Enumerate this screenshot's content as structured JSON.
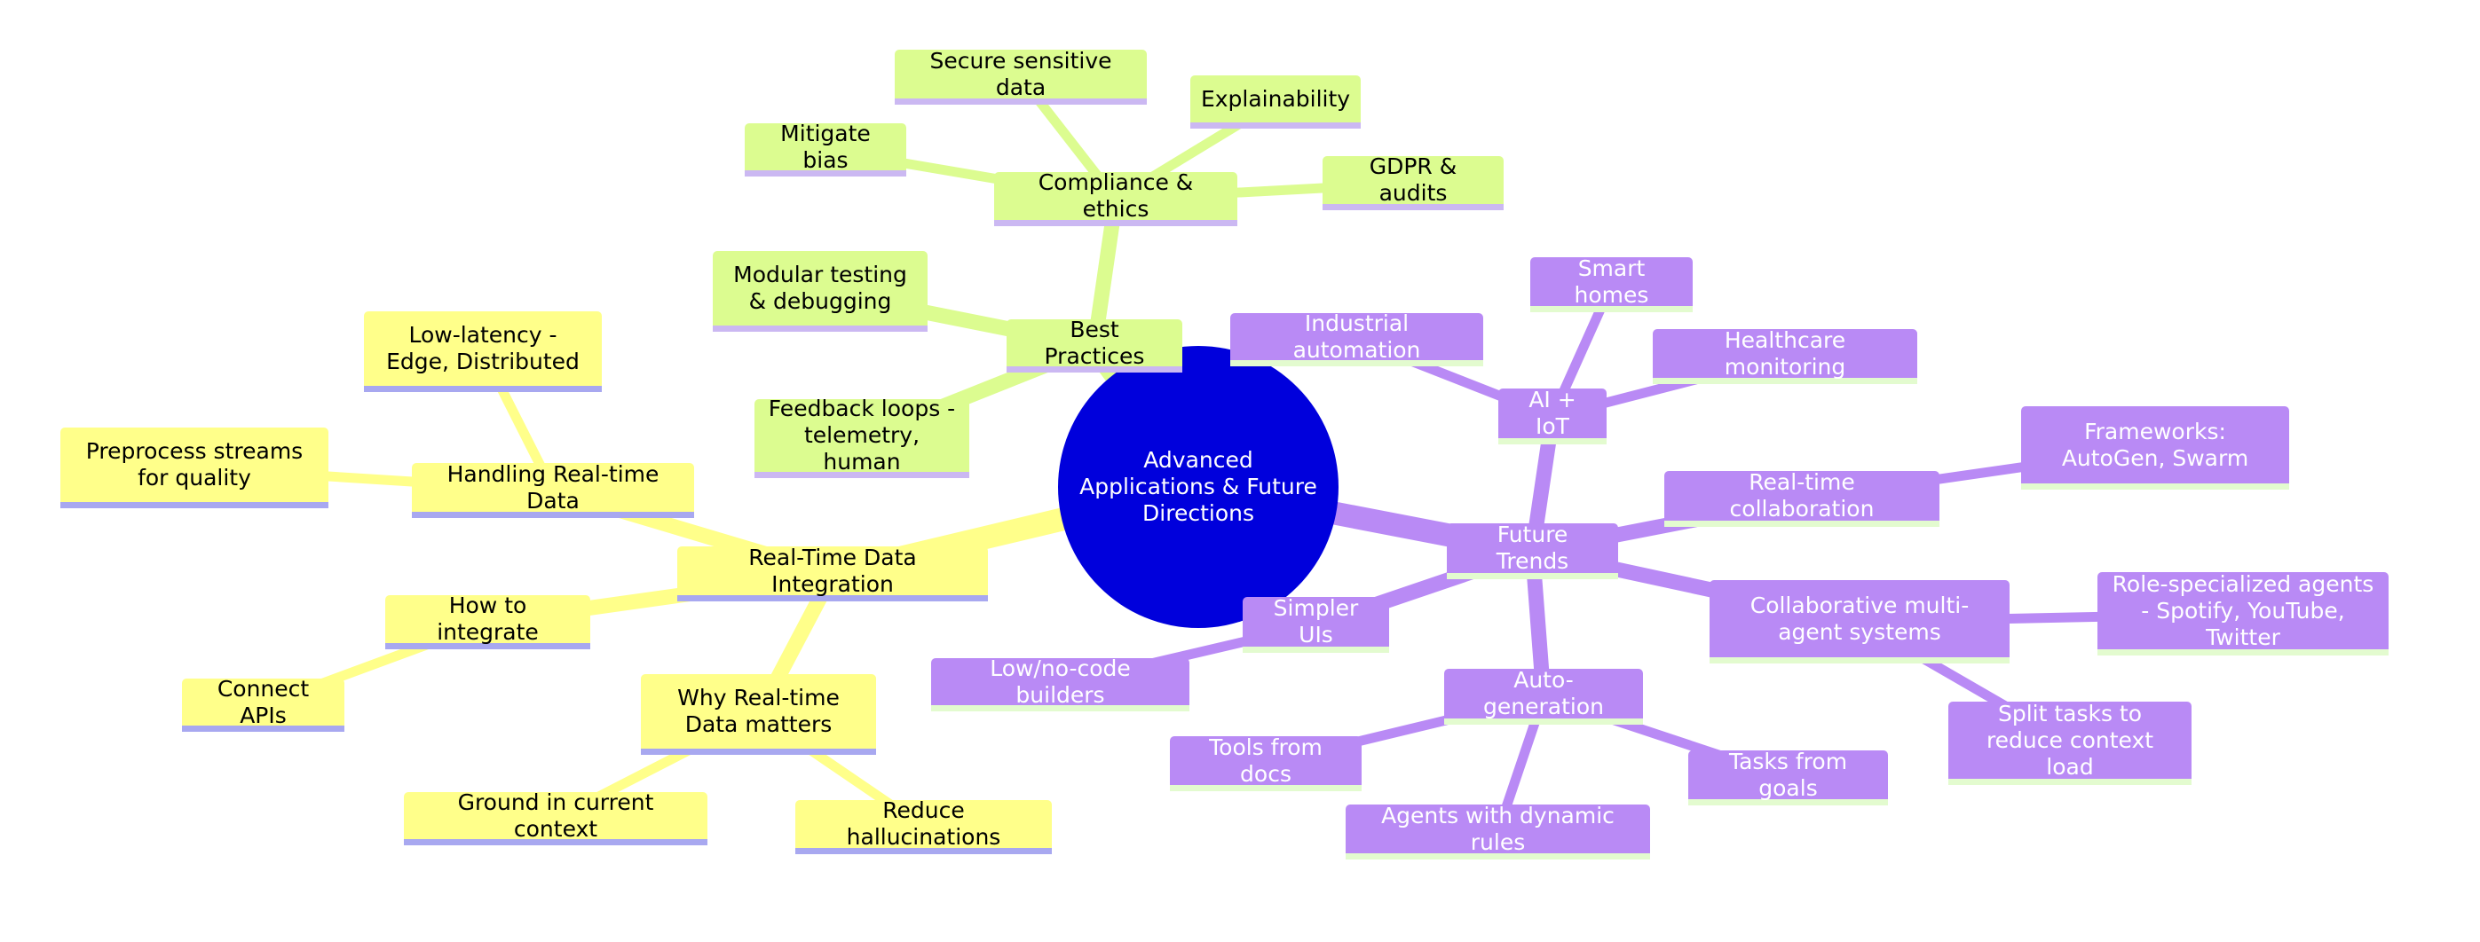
{
  "root": {
    "id": "root",
    "label": "Advanced Applications & Future Directions",
    "color": "#0000dc"
  },
  "branch_colors": {
    "yellow": "#ffff8a",
    "green": "#dcfc90",
    "purple": "#b98af5"
  },
  "nodes": [
    {
      "id": "best",
      "parent": "root",
      "branch": "green",
      "label": "Best Practices"
    },
    {
      "id": "compliance",
      "parent": "best",
      "branch": "green",
      "label": "Compliance & ethics"
    },
    {
      "id": "secure",
      "parent": "compliance",
      "branch": "green",
      "label": "Secure sensitive data"
    },
    {
      "id": "explain",
      "parent": "compliance",
      "branch": "green",
      "label": "Explainability"
    },
    {
      "id": "bias",
      "parent": "compliance",
      "branch": "green",
      "label": "Mitigate bias"
    },
    {
      "id": "gdpr",
      "parent": "compliance",
      "branch": "green",
      "label": "GDPR & audits"
    },
    {
      "id": "modular",
      "parent": "best",
      "branch": "green",
      "label": "Modular testing & debugging"
    },
    {
      "id": "feedback",
      "parent": "best",
      "branch": "green",
      "label": "Feedback loops - telemetry, human"
    },
    {
      "id": "rtdi",
      "parent": "root",
      "branch": "yellow",
      "label": "Real-Time Data Integration"
    },
    {
      "id": "handling",
      "parent": "rtdi",
      "branch": "yellow",
      "label": "Handling Real-time Data"
    },
    {
      "id": "lowlat",
      "parent": "handling",
      "branch": "yellow",
      "label": "Low-latency - Edge, Distributed"
    },
    {
      "id": "preprocess",
      "parent": "handling",
      "branch": "yellow",
      "label": "Preprocess streams for quality"
    },
    {
      "id": "howto",
      "parent": "rtdi",
      "branch": "yellow",
      "label": "How to integrate"
    },
    {
      "id": "apis",
      "parent": "howto",
      "branch": "yellow",
      "label": "Connect APIs"
    },
    {
      "id": "why",
      "parent": "rtdi",
      "branch": "yellow",
      "label": "Why Real-time Data matters"
    },
    {
      "id": "ground",
      "parent": "why",
      "branch": "yellow",
      "label": "Ground in current context"
    },
    {
      "id": "reduce",
      "parent": "why",
      "branch": "yellow",
      "label": "Reduce hallucinations"
    },
    {
      "id": "future",
      "parent": "root",
      "branch": "purple",
      "label": "Future Trends"
    },
    {
      "id": "aiiot",
      "parent": "future",
      "branch": "purple",
      "label": "AI + IoT"
    },
    {
      "id": "industrial",
      "parent": "aiiot",
      "branch": "purple",
      "label": "Industrial automation"
    },
    {
      "id": "smart",
      "parent": "aiiot",
      "branch": "purple",
      "label": "Smart homes"
    },
    {
      "id": "health",
      "parent": "aiiot",
      "branch": "purple",
      "label": "Healthcare monitoring"
    },
    {
      "id": "rtcollab",
      "parent": "future",
      "branch": "purple",
      "label": "Real-time collaboration"
    },
    {
      "id": "frameworks",
      "parent": "rtcollab",
      "branch": "purple",
      "label": "Frameworks: AutoGen, Swarm"
    },
    {
      "id": "collab",
      "parent": "future",
      "branch": "purple",
      "label": "Collaborative multi-agent systems"
    },
    {
      "id": "role",
      "parent": "collab",
      "branch": "purple",
      "label": "Role-specialized agents - Spotify, YouTube, Twitter"
    },
    {
      "id": "split",
      "parent": "collab",
      "branch": "purple",
      "label": "Split tasks to reduce context load"
    },
    {
      "id": "simpler",
      "parent": "future",
      "branch": "purple",
      "label": "Simpler UIs"
    },
    {
      "id": "lowcode",
      "parent": "simpler",
      "branch": "purple",
      "label": "Low/no-code builders"
    },
    {
      "id": "autogen",
      "parent": "future",
      "branch": "purple",
      "label": "Auto-generation"
    },
    {
      "id": "tools",
      "parent": "autogen",
      "branch": "purple",
      "label": "Tools from docs"
    },
    {
      "id": "tasks",
      "parent": "autogen",
      "branch": "purple",
      "label": "Tasks from goals"
    },
    {
      "id": "agents",
      "parent": "autogen",
      "branch": "purple",
      "label": "Agents with dynamic rules"
    }
  ]
}
